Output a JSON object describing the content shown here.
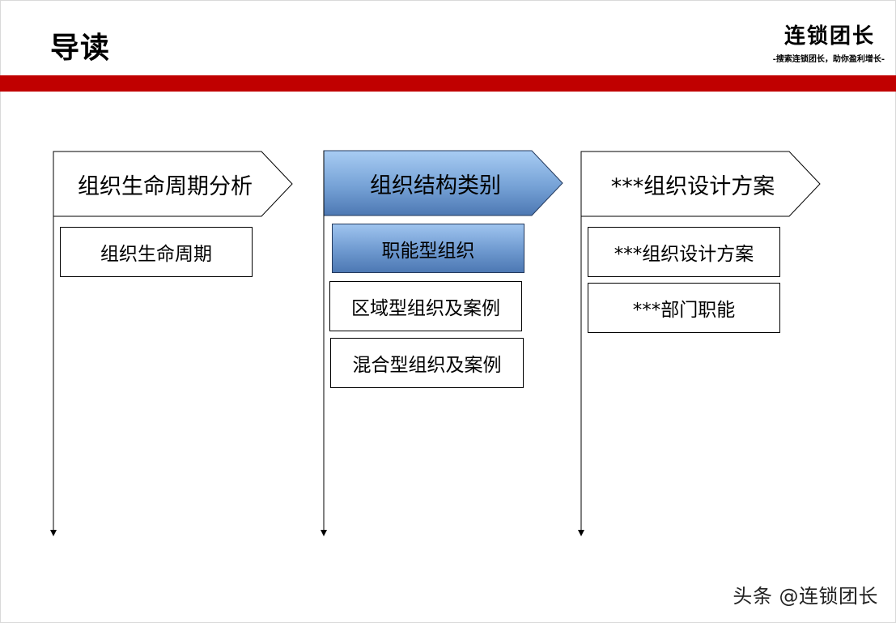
{
  "header": {
    "title": "导读",
    "brand_name": "连锁团长",
    "brand_slogan": "-搜索连锁团长，助你盈利增长-"
  },
  "columns": [
    {
      "heading": "组织生命周期分析",
      "active": false,
      "items": [
        {
          "label": "组织生命周期",
          "active": false
        }
      ]
    },
    {
      "heading": "组织结构类别",
      "active": true,
      "items": [
        {
          "label": "职能型组织",
          "active": true
        },
        {
          "label": "区域型组织及案例",
          "active": false
        },
        {
          "label": "混合型组织及案例",
          "active": false
        }
      ]
    },
    {
      "heading": "***组织设计方案",
      "active": false,
      "items": [
        {
          "label": "***组织设计方案",
          "active": false
        },
        {
          "label": "***部门职能",
          "active": false
        }
      ]
    }
  ],
  "watermark": "头条 @连锁团长",
  "colors": {
    "accent_band": "#c00000",
    "active_fill_top": "#9fc4ef",
    "active_fill_bottom": "#4d78b3"
  }
}
